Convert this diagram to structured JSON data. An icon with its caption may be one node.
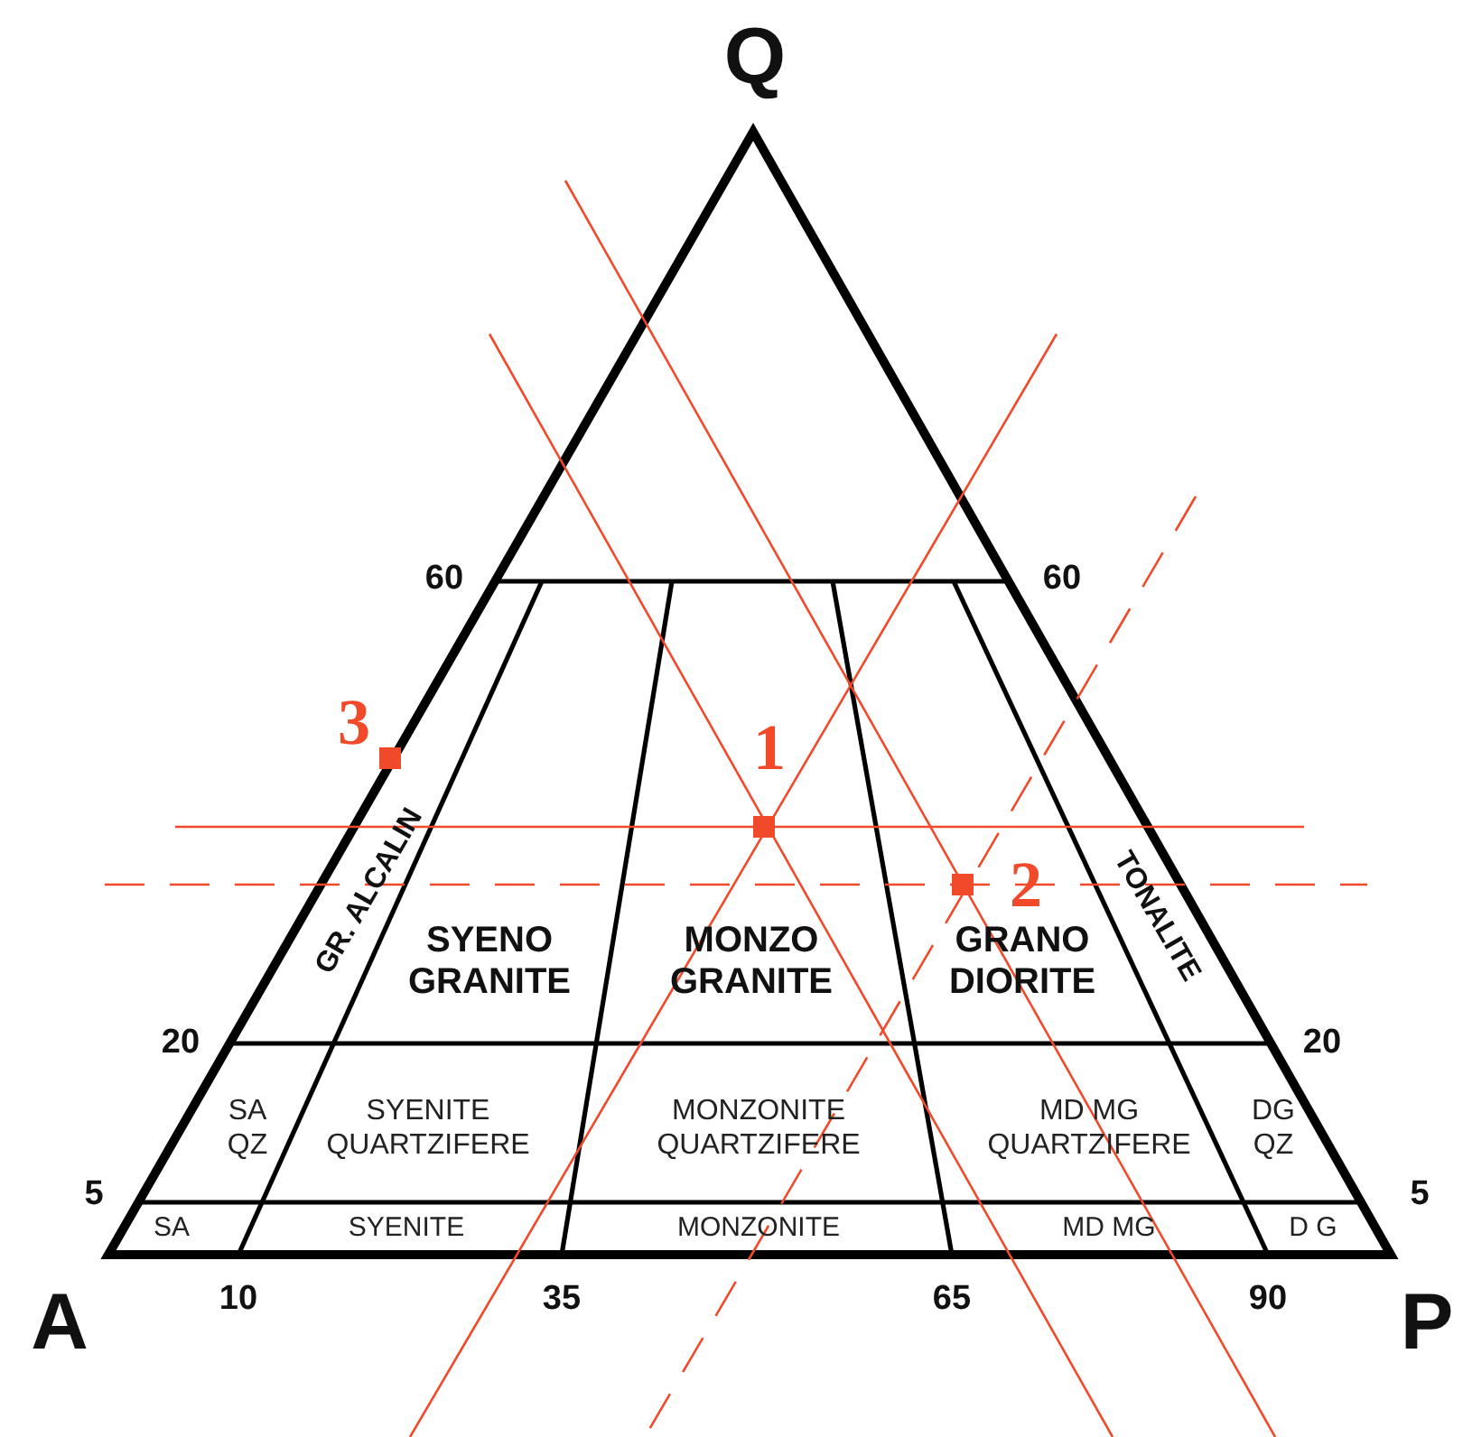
{
  "diagram": {
    "labels": [
      "Q",
      "60",
      "60",
      "3",
      "1",
      "GR. ALCALIN",
      "TONALITE",
      "2",
      "SYENO GRANITE",
      "MONZO GRANITE",
      "GRANO DIORITE",
      "20",
      "20",
      "SA QZ",
      "SYENITE QUARTZIFERE",
      "MONZONITE QUARTZIFERE",
      "MD MG QUARTZIFERE",
      "DG QZ",
      "5",
      "5",
      "SA",
      "SYENITE",
      "MONZONITE",
      "MD MG",
      "D G",
      "A",
      "10",
      "35",
      "65",
      "90",
      "P"
    ]
  }
}
